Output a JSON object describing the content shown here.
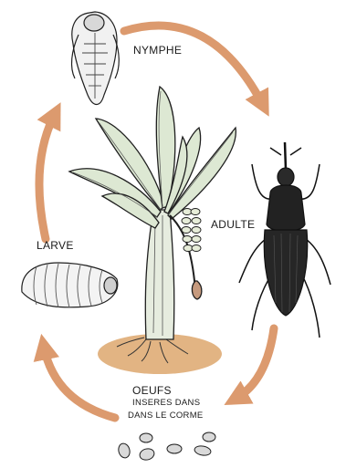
{
  "labels": {
    "nymphe": "NYMPHE",
    "adulte": "ADULTE",
    "larve": "LARVE",
    "oeufs_title": "OEUFS",
    "oeufs_line1": "INSERES DANS",
    "oeufs_line2": "DANS LE CORME"
  },
  "colors": {
    "arrow": "#dc9a6e",
    "soil": "#e2b483",
    "leaf": "#dde8d3",
    "ink": "#1a1a1a",
    "weevil": "#222222",
    "egg": "#d9d9d9"
  },
  "icons": [
    "nymph-pupa-icon",
    "adult-weevil-icon",
    "larva-grub-icon",
    "eggs-icon",
    "banana-plant-icon",
    "cycle-arrow-icon"
  ]
}
